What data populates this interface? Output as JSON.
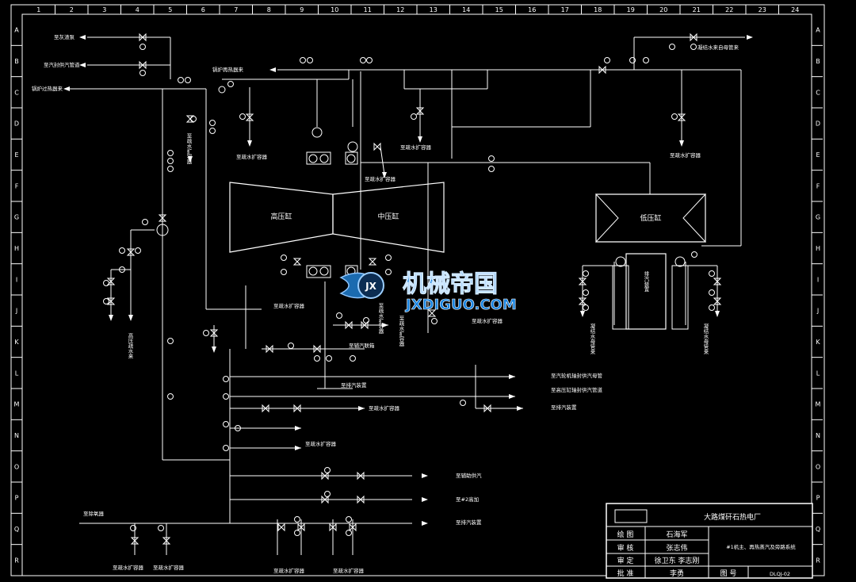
{
  "frame": {
    "columns": [
      "1",
      "2",
      "3",
      "4",
      "5",
      "6",
      "7",
      "8",
      "9",
      "10",
      "11",
      "12",
      "13",
      "14",
      "15",
      "16",
      "17",
      "18",
      "19",
      "20",
      "21",
      "22",
      "23",
      "24"
    ],
    "rows": [
      "A",
      "B",
      "C",
      "D",
      "E",
      "F",
      "G",
      "H",
      "I",
      "J",
      "K",
      "L",
      "M",
      "N",
      "O",
      "P",
      "Q",
      "R"
    ]
  },
  "labels": {
    "to_fire_drain": "至疏水扩容器",
    "to_hp_flue": "至汽封供汽管道",
    "boiler_superheater": "锅炉过热器来",
    "to_fire_ash": "至灰渣泵",
    "boiler_reheat": "锅炉再热器来",
    "to_drain_tank_1": "至疏水扩容器",
    "to_drain_tank_2": "至疏水扩容器",
    "to_drain_tank_3": "至疏水扩容器",
    "to_drain_tank_4": "至疏水扩容器",
    "to_drain_tank_5": "至疏水扩容器",
    "to_drain_tank_6": "至疏水扩容器",
    "to_drain_tank_7": "至疏水扩容器",
    "to_drain_tank_8": "至疏水扩容器",
    "condensate_spray": "凝结水来自母管来",
    "hp_cylinder": "高压缸",
    "ip_cylinder": "中压缸",
    "lp_cylinder": "低压缸",
    "exhaust_device": "排汽装置",
    "hp_drain_side": "高压疏水来",
    "drain_vert_1": "至疏水扩容器",
    "drain_vert_2": "至疏水扩容器",
    "drain_vert_3": "至疏水扩容器",
    "condensate_side_left": "凝结水母管来",
    "condensate_side_right": "凝结水母管来",
    "to_turbine_seal": "至汽轮机轴封供汽母管",
    "to_hp_heater_seal": "至高压缸轴封供汽管道",
    "to_exhaust_device_1": "至排汽装置",
    "to_exhaust_device_2": "至排汽装置",
    "to_exhaust_device_3": "至排汽装置",
    "to_aux_steam": "至辅助供汽",
    "to_2_hp_heater": "至#2高加",
    "to_deaerator": "至除氧器",
    "to_aux_header": "至辅汽联箱",
    "drain_bottom_1": "至疏水扩容器",
    "drain_bottom_2": "至疏水扩容器",
    "drain_bottom_3": "至疏水扩容器",
    "drain_bottom_4": "至疏水扩容器"
  },
  "title_block": {
    "company": "大路煤矸石热电厂",
    "drawn_label": "绘 图",
    "drawn_name": "石海军",
    "check_label": "审 核",
    "check_name": "张志伟",
    "approve_label": "审 定",
    "approve_name": "徐卫东  李志刚",
    "ratify_label": "批 准",
    "ratify_name": "李勇",
    "drawing_title": "#1机主、再热蒸汽及旁路系统",
    "drawing_no_label": "图 号",
    "drawing_no": "DLQJ-02"
  },
  "watermark": {
    "brand_cn": "机械帝国",
    "brand_en": "JXDIGUO.COM",
    "badge": "JX"
  }
}
